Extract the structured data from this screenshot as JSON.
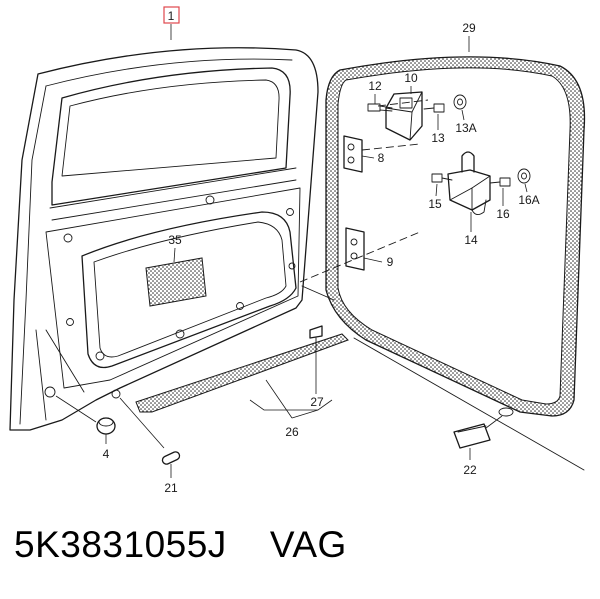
{
  "part_number_text": "5K3831055J    VAG",
  "callouts": {
    "c1": "1",
    "c4": "4",
    "c8": "8",
    "c9": "9",
    "c10": "10",
    "c12": "12",
    "c13": "13",
    "c13a": "13A",
    "c14": "14",
    "c15": "15",
    "c16": "16",
    "c16a": "16A",
    "c21": "21",
    "c22": "22",
    "c26": "26",
    "c27": "27",
    "c29": "29",
    "c35": "35"
  },
  "colors": {
    "line": "#1a1a1a",
    "highlight_box": "#e0474c",
    "seal_fill": "#efefef"
  }
}
